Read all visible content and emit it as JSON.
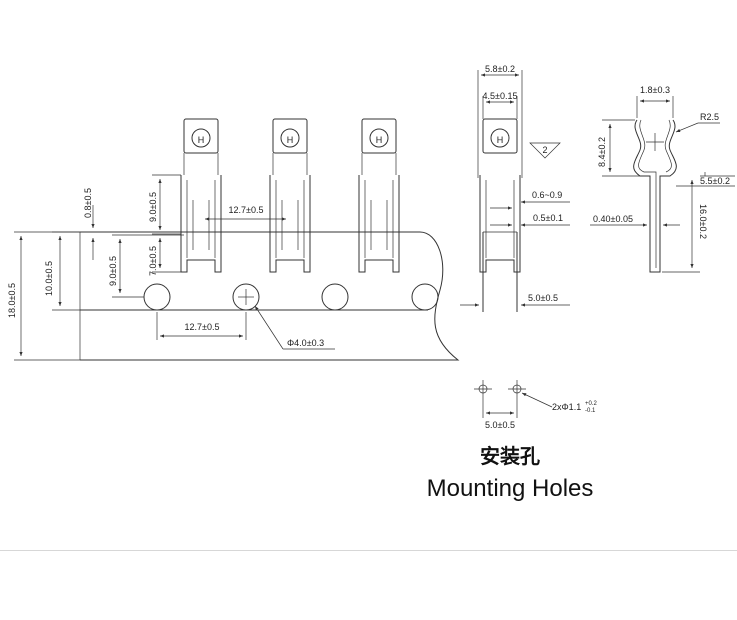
{
  "front_view": {
    "terminal_mark": "H",
    "dim_height": "18.0±0.5",
    "dim_strip": "10.0±0.5",
    "dim_hole_to_slot": "9.0±0.5",
    "dim_notch": "0.8±0.5",
    "dim_clip_height": "9.0±0.5",
    "dim_lower": "7.0±0.5",
    "dim_pitch_top": "12.7±0.5",
    "dim_pitch_bottom": "12.7±0.5",
    "dim_hole_dia": "Φ4.0±0.3"
  },
  "side_view": {
    "dim_width_outer": "5.8±0.2",
    "dim_width_inner": "4.5±0.15",
    "roughness_mark": "2",
    "dim_range": "0.6~0.9",
    "dim_thickness": "0.5±0.1",
    "dim_bottom": "5.0±0.5"
  },
  "section_view": {
    "dim_gap": "1.8±0.3",
    "dim_radius": "R2.5",
    "dim_clip_height": "8.4±0.2",
    "dim_offset": "5.5±0.2",
    "dim_pin": "0.40±0.05",
    "dim_total": "16.0±0.2"
  },
  "mounting": {
    "dim_spacing": "5.0±0.5",
    "dim_holes_prefix": "2xΦ1.1",
    "dim_tol_upper": "+0.2",
    "dim_tol_lower": "-0.1",
    "caption_cn": "安装孔",
    "caption_en": "Mounting Holes"
  }
}
